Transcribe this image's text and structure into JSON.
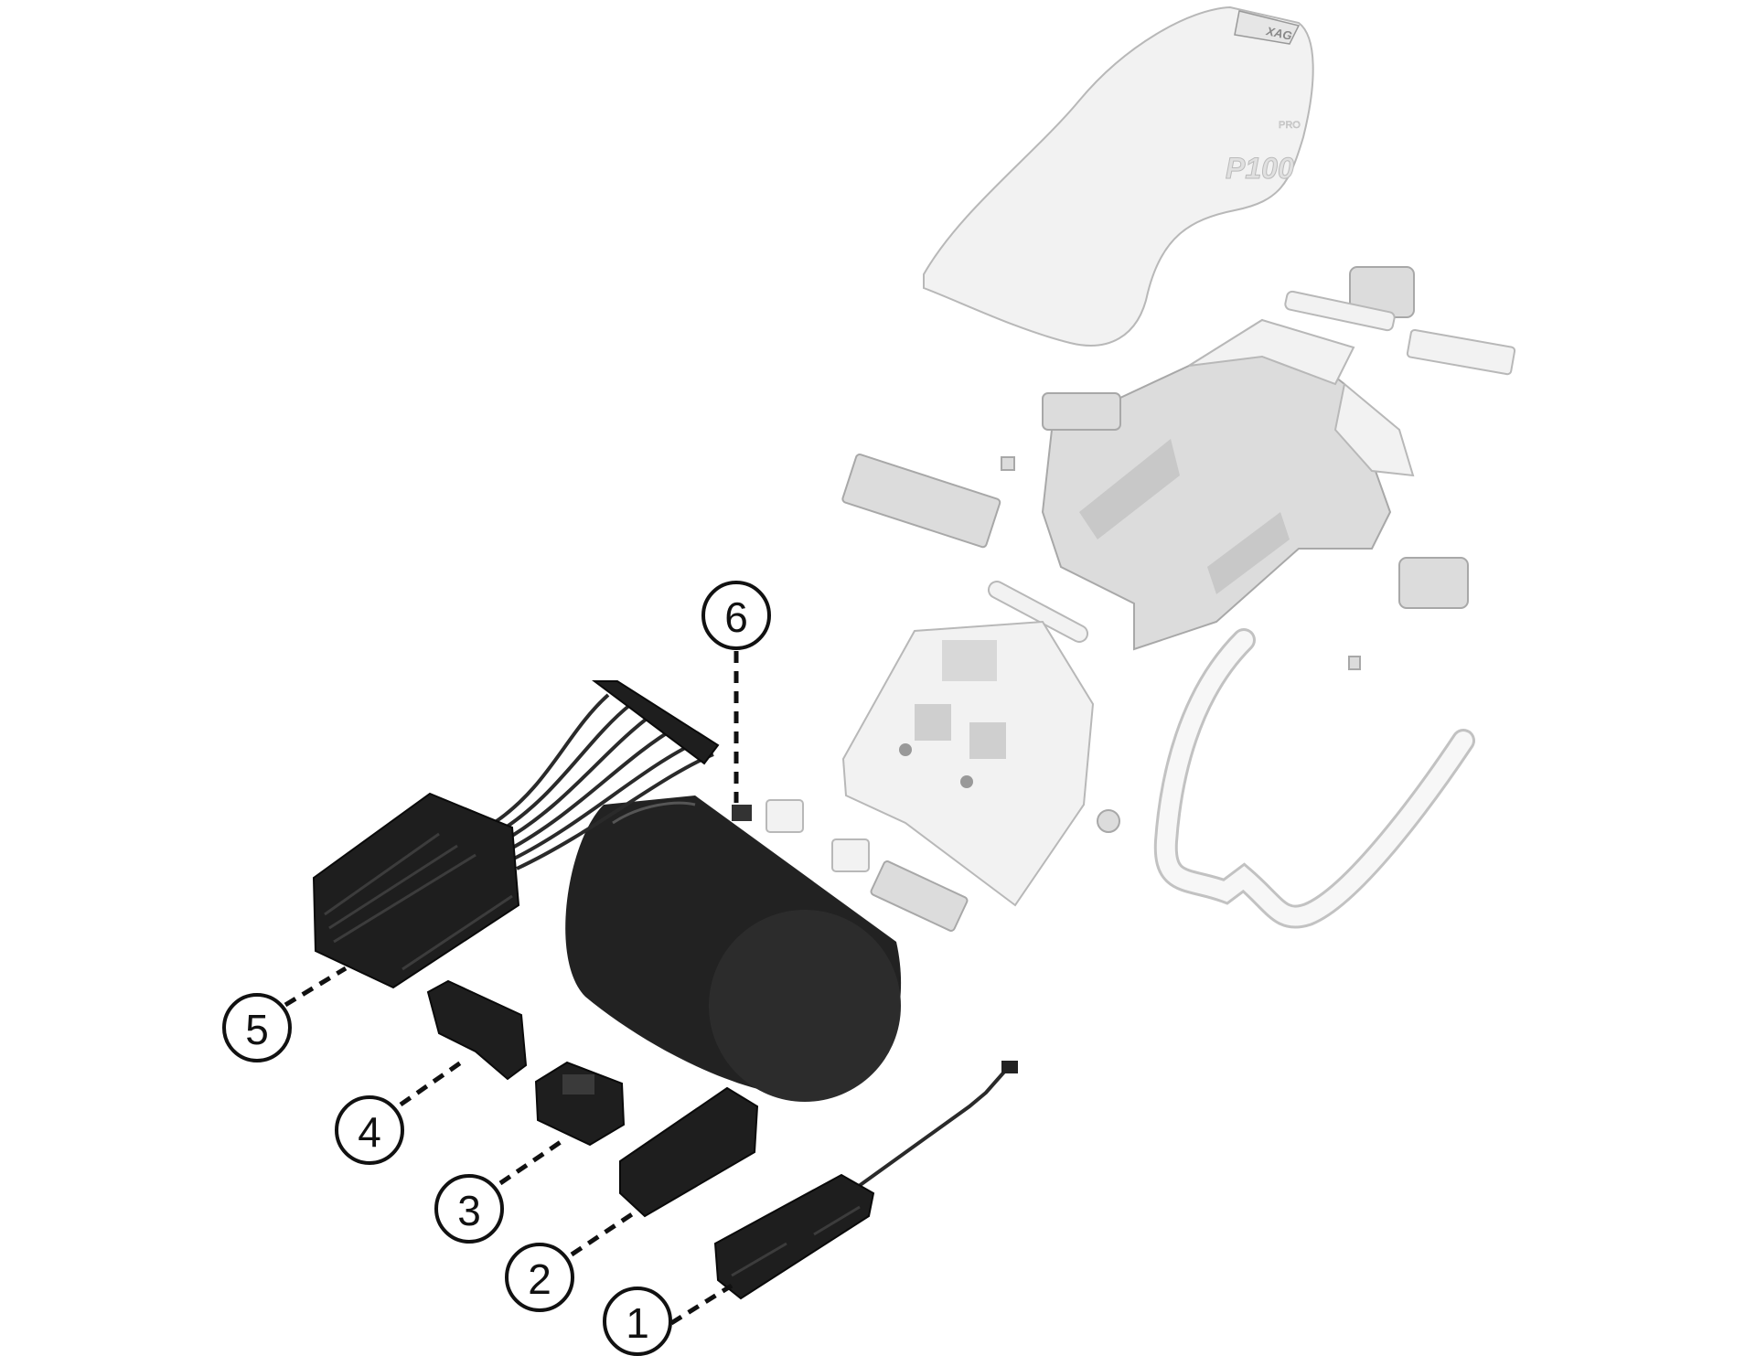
{
  "diagram": {
    "canopy_logo": "XAG",
    "canopy_model": "P100",
    "canopy_model_suffix": "PRO",
    "callouts": [
      {
        "label": "1"
      },
      {
        "label": "2"
      },
      {
        "label": "3"
      },
      {
        "label": "4"
      },
      {
        "label": "5"
      },
      {
        "label": "6"
      }
    ]
  },
  "colors": {
    "plastic": "#f2f2f2",
    "dark_part": "#1e1e1e",
    "callout": "#111111"
  }
}
